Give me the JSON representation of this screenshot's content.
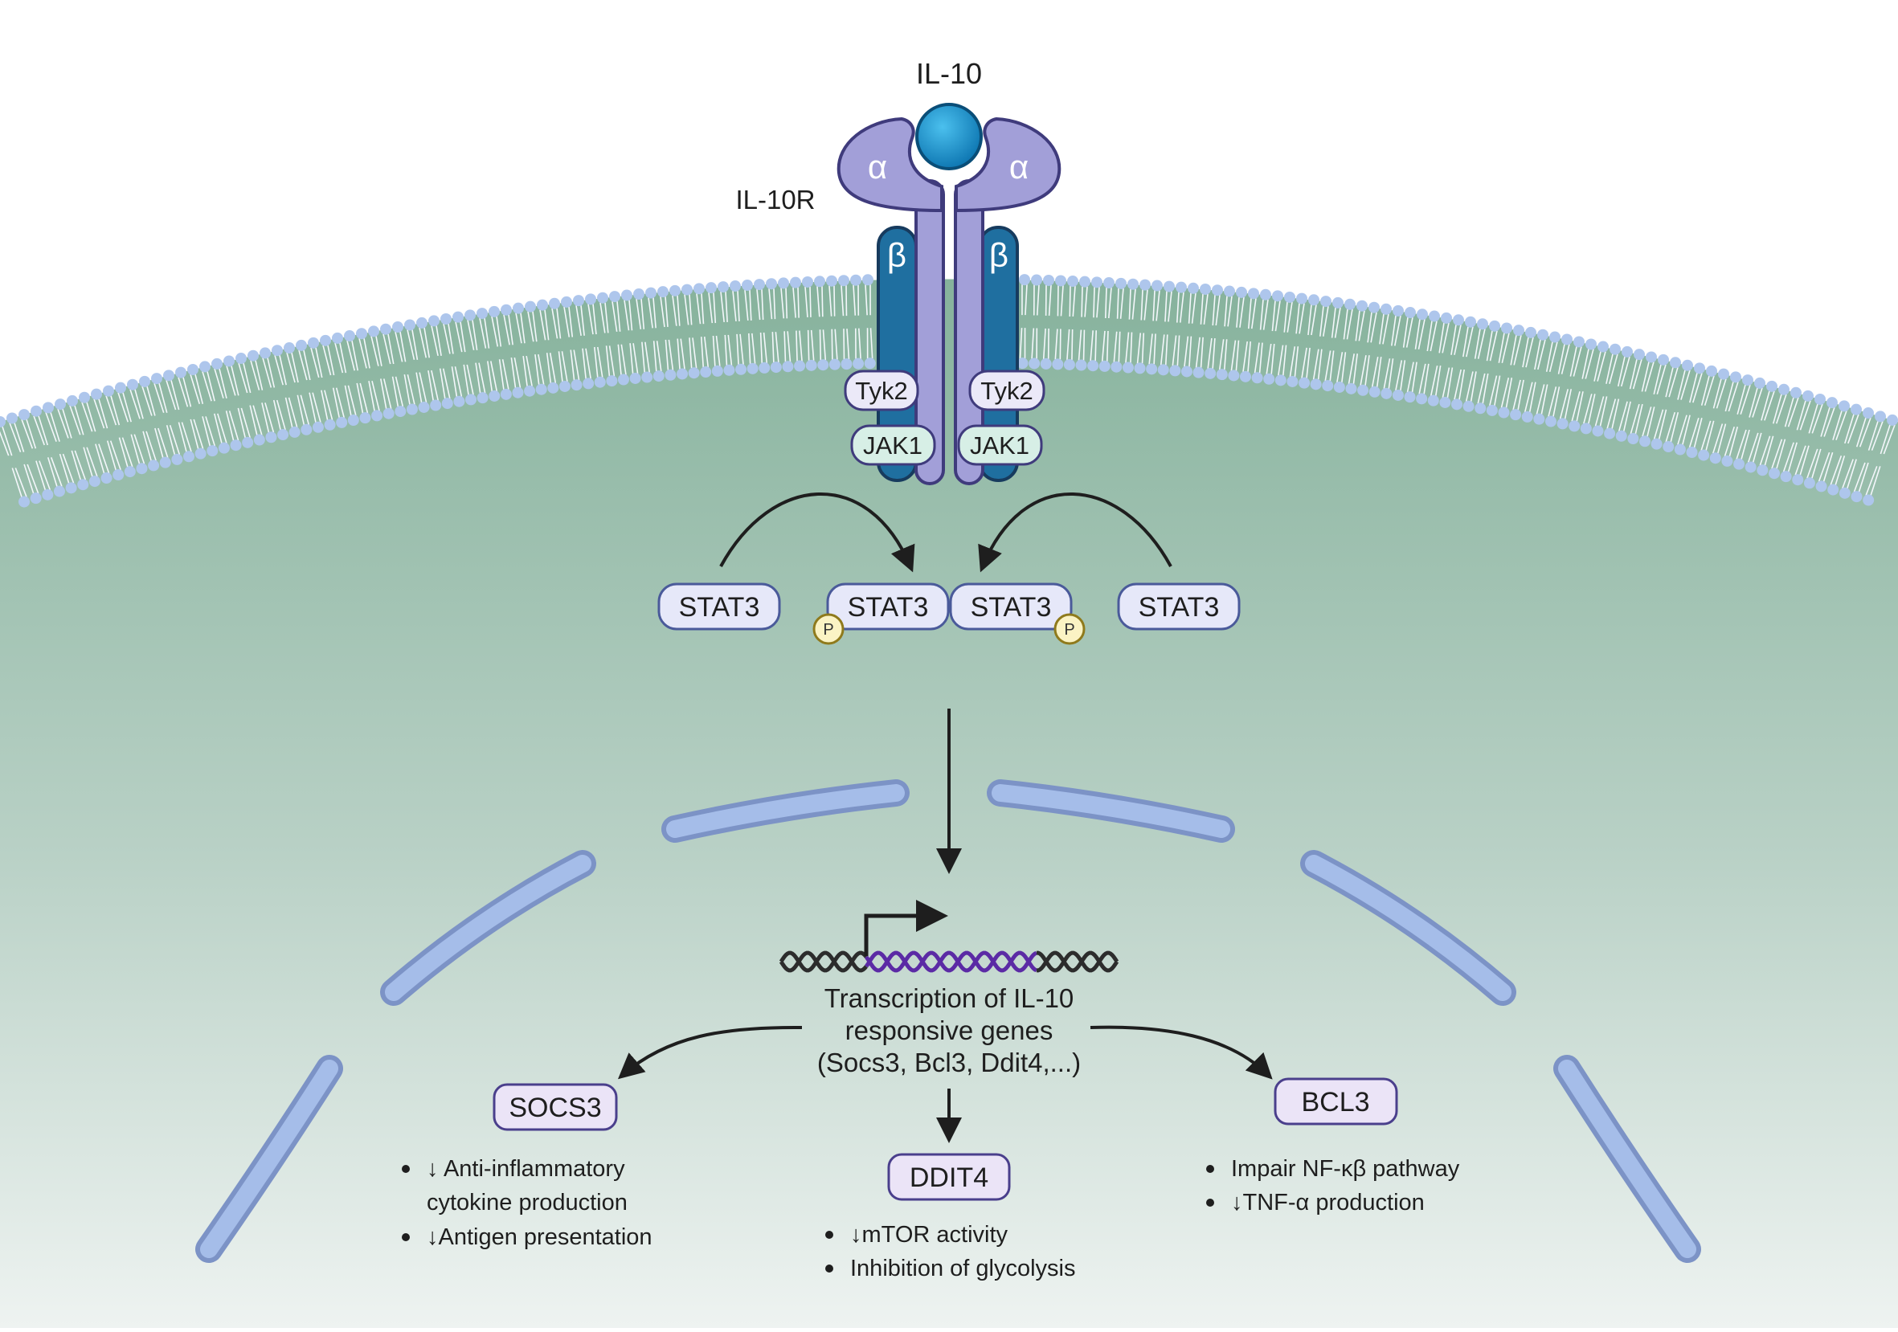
{
  "ligand": {
    "label": "IL-10",
    "color": "#1a8fc9"
  },
  "receptor": {
    "label": "IL-10R",
    "alpha_label": "α",
    "beta_label": "β",
    "kinases": {
      "tyk2": "Tyk2",
      "jak1": "JAK1"
    },
    "colors": {
      "alpha": "#7c78bd",
      "beta": "#1f6fa0"
    }
  },
  "stat": {
    "label": "STAT3",
    "phospho_label": "P"
  },
  "transcription": {
    "line1": "Transcription of IL-10",
    "line2": "responsive genes",
    "line3": "(Socs3, Bcl3, Ddit4,...)"
  },
  "genes": {
    "socs3": {
      "label": "SOCS3",
      "bullets": [
        "↓ Anti-inflammatory",
        "cytokine production",
        "↓Antigen presentation"
      ]
    },
    "ddit4": {
      "label": "DDIT4",
      "bullets": [
        "↓mTOR activity",
        "Inhibition of glycolysis"
      ]
    },
    "bcl3": {
      "label": "BCL3",
      "bullets": [
        "Impair NF-κβ pathway",
        "↓TNF-α production"
      ]
    }
  },
  "colors": {
    "cytoplasm_top": "#86b29c",
    "cytoplasm_bottom": "#eef3f1",
    "membrane_head": "#aec6ec",
    "nuclear_envelope": "#a5bde9"
  }
}
